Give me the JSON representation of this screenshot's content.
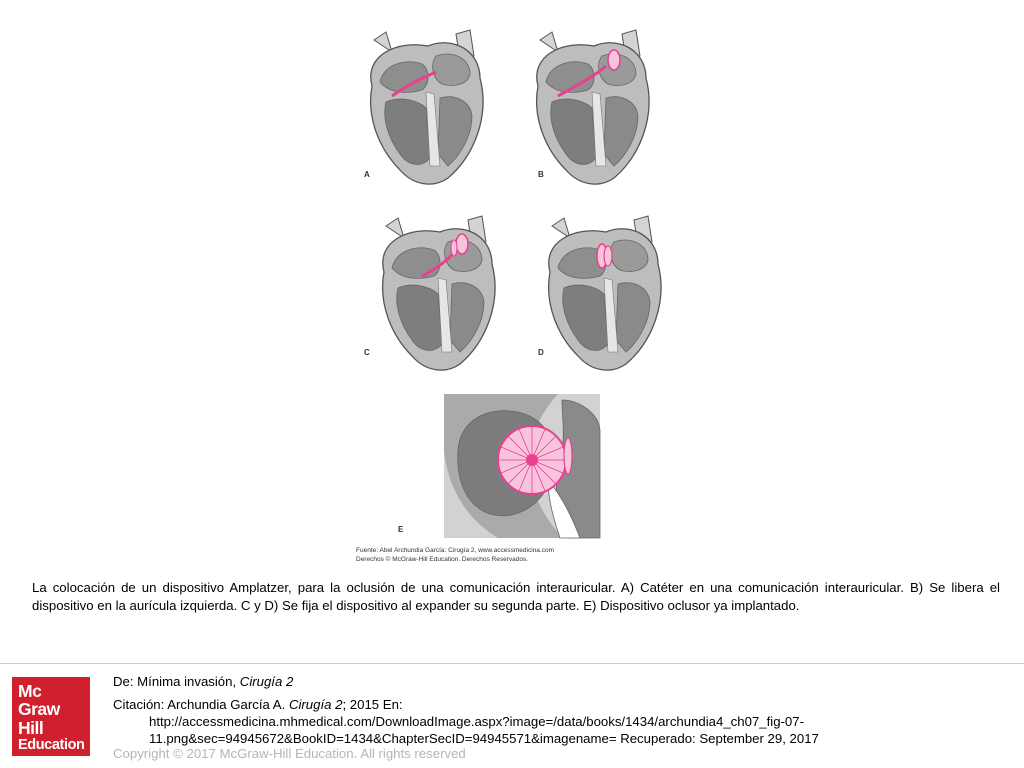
{
  "figure": {
    "panels": [
      "A",
      "B",
      "C",
      "D",
      "E"
    ],
    "source_lines": [
      "Fuente: Abel Archundia García: Cirugía 2, www.accessmedicina.com",
      "Derechos © McGraw-Hill Education. Derechos Reservados."
    ],
    "colors": {
      "device": "#e8408f",
      "heart_fill": "#bdbdbd",
      "chamber": "#8e8e8e",
      "outline": "#555555"
    }
  },
  "caption": "La colocación de un dispositivo Amplatzer, para la oclusión de una comunicación interauricular. A) Catéter en una comunicación interauricular. B) Se libera el dispositivo en la aurícula izquierda. C y D) Se fija el dispositivo al expander su segunda parte. E) Dispositivo oclusor ya implantado.",
  "source": {
    "prefix": "De: Mínima invasión, ",
    "book": "Cirugía 2"
  },
  "citation": {
    "prefix": "Citación: Archundia García A. ",
    "book": "Cirugía 2",
    "suffix": "; 2015 En:",
    "url_line1": "http://accessmedicina.mhmedical.com/DownloadImage.aspx?image=/data/books/1434/archundia4_ch07_fig-07-",
    "url_line2": "11.png&sec=94945672&BookID=1434&ChapterSecID=94945571&imagename= Recuperado: September 29, 2017"
  },
  "copyright": "Copyright © 2017 McGraw-Hill Education. All rights reserved",
  "logo": {
    "line1": "Mc",
    "line2": "Graw",
    "line3": "Hill",
    "line4": "Education"
  }
}
